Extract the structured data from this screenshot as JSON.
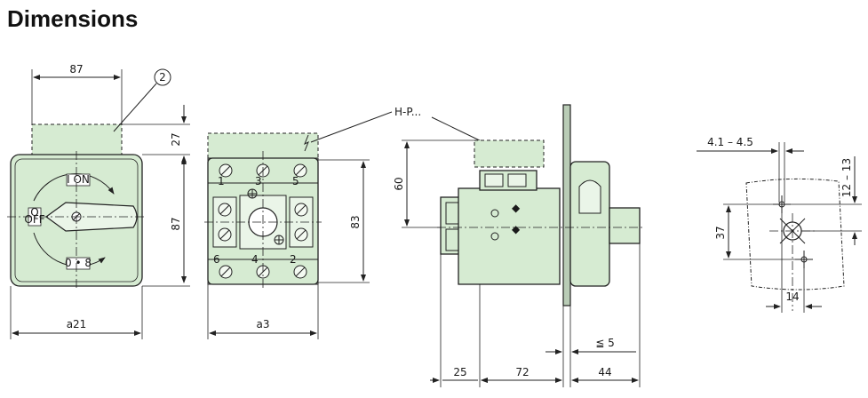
{
  "title": "Dimensions",
  "callout": "2",
  "dimensions": {
    "front_width": "87",
    "front_height": "87",
    "cover_height": "27",
    "front_overall": "a21",
    "block_height": "83",
    "block_width": "a3",
    "side_height": "60",
    "side_depth_1": "25",
    "side_depth_2": "72",
    "panel_thickness": "≦ 5",
    "shaft_length": "44",
    "hole_dia": "4.1 – 4.5",
    "hole_vertical": "12 – 13",
    "hole_pitch": "37",
    "hole_offset": "14"
  },
  "labels": {
    "hp": "H-P...",
    "off": "O\nOFF",
    "on": "I ON",
    "zero": "0 • 8"
  },
  "terminals": {
    "top": [
      "1",
      "3",
      "5"
    ],
    "bottom": [
      "6",
      "4",
      "2"
    ]
  },
  "colors": {
    "part_fill": "#d6ebd2",
    "line": "#222222"
  }
}
